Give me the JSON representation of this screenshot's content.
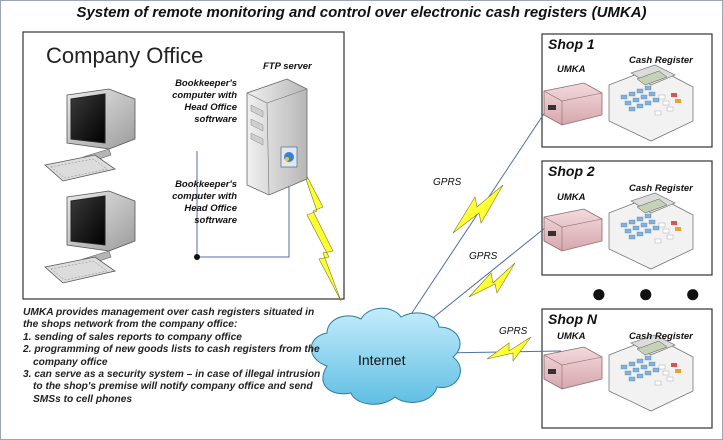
{
  "title": "System of remote monitoring and control over electronic cash registers (UMKA)",
  "office": {
    "title": "Company Office",
    "computer_label": "Bookkeeper's computer with Head Office softrware",
    "server_label": "FTP server"
  },
  "internet_label": "Internet",
  "gprs_label": "GPRS",
  "shops": [
    {
      "name": "Shop 1",
      "umka": "UMKA",
      "register": "Cash Register"
    },
    {
      "name": "Shop 2",
      "umka": "UMKA",
      "register": "Cash Register"
    },
    {
      "name": "Shop N",
      "umka": "UMKA",
      "register": "Cash Register"
    }
  ],
  "ellipsis": "● ● ●",
  "description": {
    "intro": "UMKA provides management over cash registers situated in the shops network from the company office:",
    "items": [
      "1. sending of sales reports to company office",
      "2. programming of new goods lists to cash registers from the company office",
      "3. can serve as a security system – in case of illegal intrusion to the shop's premise will notify company office and send SMSs to cell phones"
    ]
  },
  "colors": {
    "frame": "#333333",
    "umka_box": "#e8c4c8",
    "cloud": "#8fd4ee",
    "lightning": "#ffff33",
    "network_line": "#4f6fa8",
    "register_keys": "#7fb3e0"
  }
}
